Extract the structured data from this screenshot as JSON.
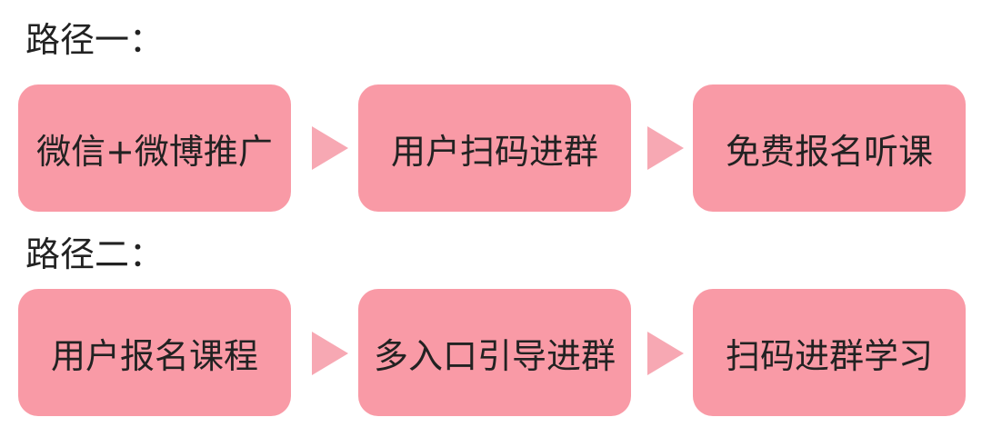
{
  "colors": {
    "box_fill": "#f99aa6",
    "arrow_fill": "#f7a8b3",
    "text": "#222222",
    "background": "#ffffff"
  },
  "paths": [
    {
      "label": "路径一：",
      "steps": [
        "微信+微博推广",
        "用户扫码进群",
        "免费报名听课"
      ]
    },
    {
      "label": "路径二：",
      "steps": [
        "用户报名课程",
        "多入口引导进群",
        "扫码进群学习"
      ]
    }
  ]
}
